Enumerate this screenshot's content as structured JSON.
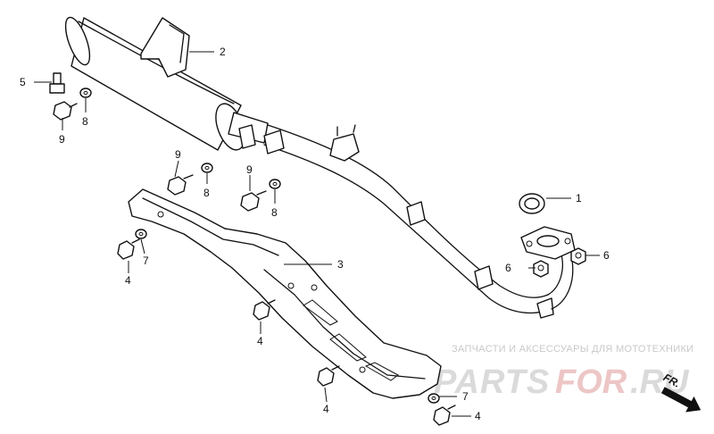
{
  "parts": [
    {
      "id": "1",
      "name": "gasket"
    },
    {
      "id": "2",
      "name": "muffler"
    },
    {
      "id": "3",
      "name": "heat-protector"
    },
    {
      "id": "4",
      "name": "bolt"
    },
    {
      "id": "5",
      "name": "bolt"
    },
    {
      "id": "6",
      "name": "nut"
    },
    {
      "id": "7",
      "name": "washer"
    },
    {
      "id": "8",
      "name": "washer"
    },
    {
      "id": "9",
      "name": "bolt"
    }
  ],
  "callouts": [
    {
      "label": "1"
    },
    {
      "label": "2"
    },
    {
      "label": "3"
    },
    {
      "label": "4"
    },
    {
      "label": "4"
    },
    {
      "label": "4"
    },
    {
      "label": "4"
    },
    {
      "label": "5"
    },
    {
      "label": "6"
    },
    {
      "label": "6"
    },
    {
      "label": "7"
    },
    {
      "label": "7"
    },
    {
      "label": "8"
    },
    {
      "label": "8"
    },
    {
      "label": "8"
    },
    {
      "label": "9"
    },
    {
      "label": "9"
    },
    {
      "label": "9"
    }
  ],
  "direction_label": "FR.",
  "watermark": {
    "subtitle": "ЗАПЧАСТИ И АКСЕССУАРЫ ДЛЯ МОТОТЕХНИКИ",
    "logo_text": "PARTSFOR.RU",
    "colors": {
      "primary": "#d0d0d0",
      "accent": "#e89a9a"
    }
  }
}
